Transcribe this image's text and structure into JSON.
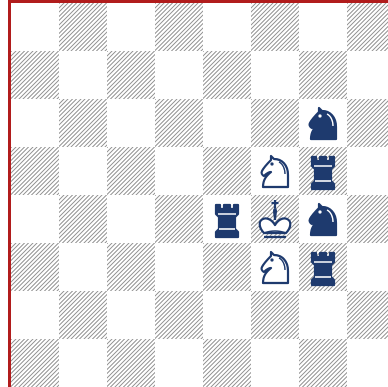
{
  "board": {
    "border_color": "#b11c1c",
    "ink_color": "#1e3a6e",
    "pieces": [
      {
        "square": "g6",
        "type": "knight",
        "color": "black",
        "icon": "black-knight-icon"
      },
      {
        "square": "f5",
        "type": "knight",
        "color": "white",
        "icon": "white-knight-icon"
      },
      {
        "square": "g5",
        "type": "rook",
        "color": "black",
        "icon": "black-rook-icon"
      },
      {
        "square": "e4",
        "type": "rook",
        "color": "black",
        "icon": "black-rook-icon"
      },
      {
        "square": "f4",
        "type": "king",
        "color": "white",
        "icon": "white-king-icon"
      },
      {
        "square": "g4",
        "type": "knight",
        "color": "black",
        "icon": "black-knight-icon"
      },
      {
        "square": "f3",
        "type": "knight",
        "color": "white",
        "icon": "white-knight-icon"
      },
      {
        "square": "g3",
        "type": "rook",
        "color": "black",
        "icon": "black-rook-icon"
      }
    ]
  }
}
